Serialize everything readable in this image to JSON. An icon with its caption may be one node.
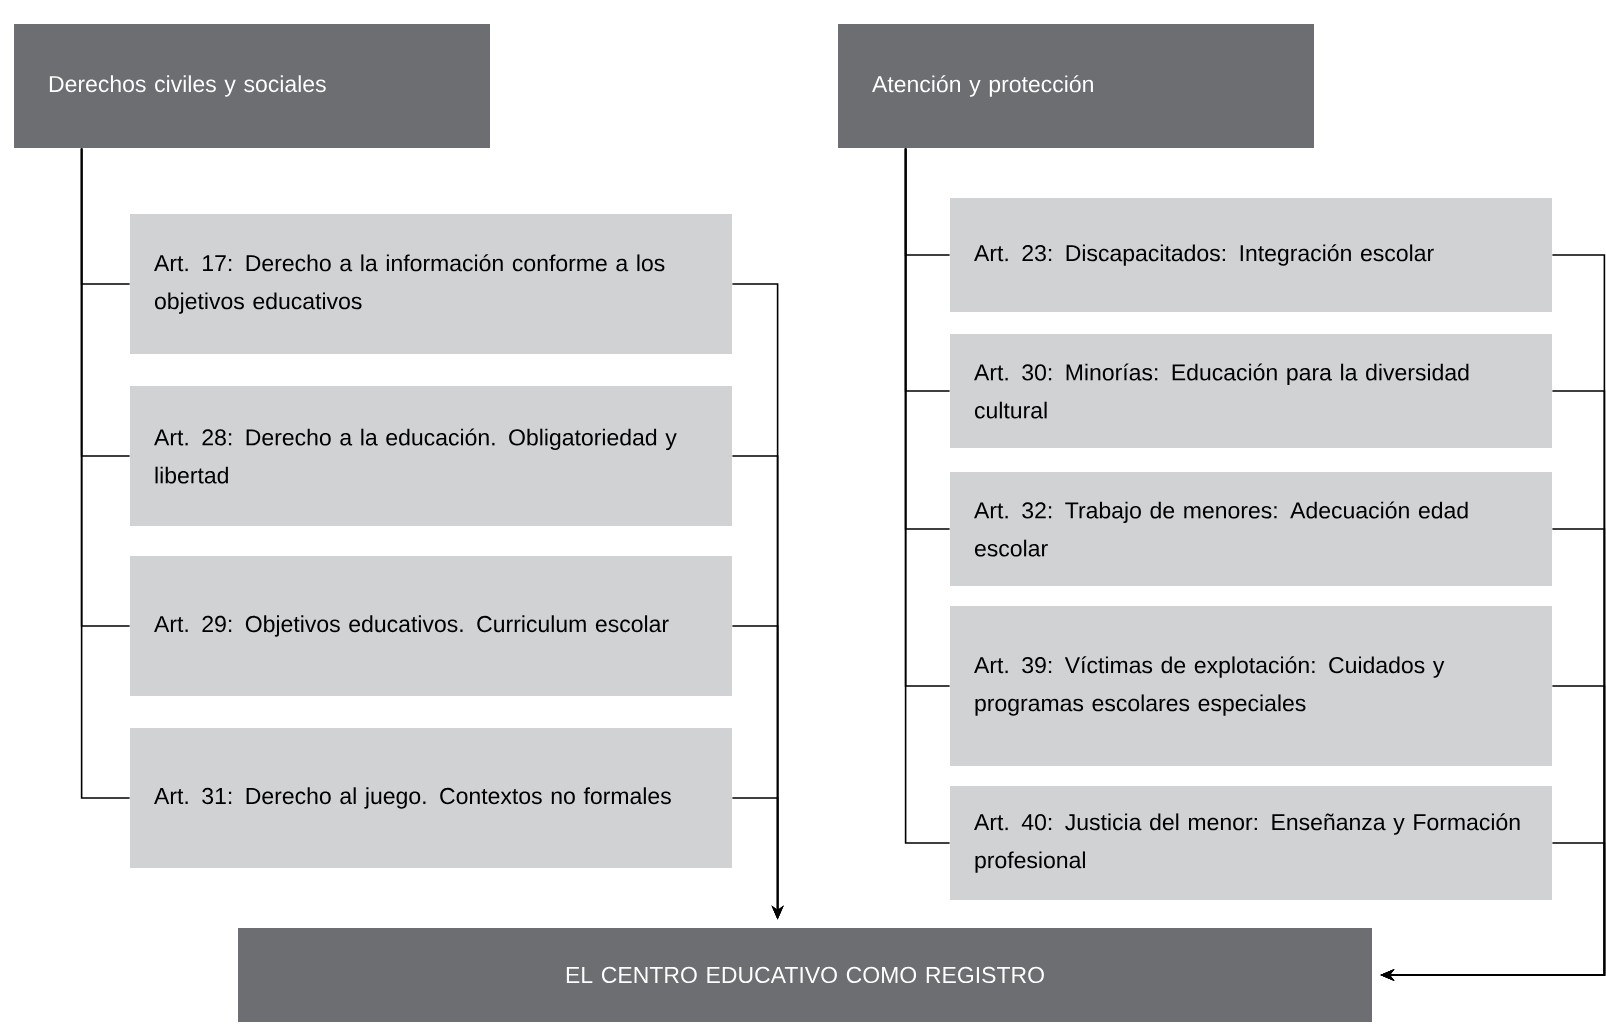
{
  "diagram": {
    "nodes": [
      {
        "text": [
          "Derechos civiles y sociales"
        ]
      },
      {
        "text": [
          "Art. 17: Derecho a la información conforme a los objetivos educativos"
        ]
      },
      {
        "text": [
          "Art. 28: Derecho a la educación. Obligatoriedad y libertad"
        ]
      },
      {
        "text": [
          "Art. 29: Objetivos educativos. Curriculum escolar"
        ]
      },
      {
        "text": [
          "Art. 31: Derecho al juego. Contextos no formales"
        ]
      },
      {
        "text": [
          "Atención y protección"
        ]
      },
      {
        "text": [
          "Art. 23: Discapacitados: Integración escolar"
        ]
      },
      {
        "text": [
          "Art. 30: Minorías: Educación para la diversidad cultural"
        ]
      },
      {
        "text": [
          "Art. 32: Trabajo de menores: Adecuación edad escolar"
        ]
      },
      {
        "text": [
          "Art. 39: Víctimas de explotación: Cuidados y programas escolares especiales"
        ]
      },
      {
        "text": [
          "Art. 40: Justicia del menor: Enseñanza y Formación profesional"
        ]
      },
      {
        "text": [
          "EL CENTRO EDUCATIVO COMO REGISTRO"
        ]
      }
    ],
    "edges": [
      {
        "from": 0,
        "to": 1,
        "arrow": "none"
      },
      {
        "from": 0,
        "to": 2,
        "arrow": "none"
      },
      {
        "from": 0,
        "to": 3,
        "arrow": "none"
      },
      {
        "from": 0,
        "to": 4,
        "arrow": "none"
      },
      {
        "from": 1,
        "to": 11,
        "arrow": "to"
      },
      {
        "from": 2,
        "to": 11,
        "arrow": "to"
      },
      {
        "from": 3,
        "to": 11,
        "arrow": "to"
      },
      {
        "from": 4,
        "to": 11,
        "arrow": "to"
      },
      {
        "from": 5,
        "to": 6,
        "arrow": "none"
      },
      {
        "from": 5,
        "to": 7,
        "arrow": "none"
      },
      {
        "from": 5,
        "to": 8,
        "arrow": "none"
      },
      {
        "from": 5,
        "to": 9,
        "arrow": "none"
      },
      {
        "from": 5,
        "to": 10,
        "arrow": "none"
      },
      {
        "from": 6,
        "to": 11,
        "arrow": "to"
      },
      {
        "from": 7,
        "to": 11,
        "arrow": "to"
      },
      {
        "from": 8,
        "to": 11,
        "arrow": "to"
      },
      {
        "from": 9,
        "to": 11,
        "arrow": "to"
      },
      {
        "from": 10,
        "to": 11,
        "arrow": "to"
      }
    ]
  }
}
